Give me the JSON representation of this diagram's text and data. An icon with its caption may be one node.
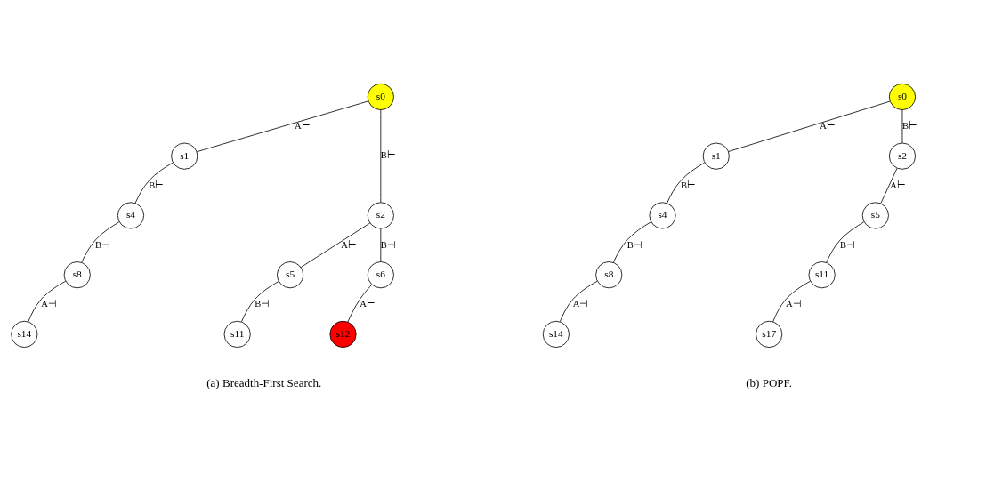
{
  "diagram": {
    "nodes": [
      {
        "text": [
          "s0"
        ]
      },
      {
        "text": [
          "s1"
        ]
      },
      {
        "text": [
          "s2"
        ]
      },
      {
        "text": [
          "s4"
        ]
      },
      {
        "text": [
          "s5"
        ]
      },
      {
        "text": [
          "s6"
        ]
      },
      {
        "text": [
          "s8"
        ]
      },
      {
        "text": [
          "s11"
        ]
      },
      {
        "text": [
          "s12"
        ]
      },
      {
        "text": [
          "s14"
        ]
      },
      {
        "text": [
          "s0"
        ]
      },
      {
        "text": [
          "s1"
        ]
      },
      {
        "text": [
          "s2"
        ]
      },
      {
        "text": [
          "s4"
        ]
      },
      {
        "text": [
          "s5"
        ]
      },
      {
        "text": [
          "s8"
        ]
      },
      {
        "text": [
          "s11"
        ]
      },
      {
        "text": [
          "s14"
        ]
      },
      {
        "text": [
          "s17"
        ]
      }
    ],
    "edges": [
      {
        "from": 0,
        "to": 1,
        "arrow": "none",
        "label": "A⊢"
      },
      {
        "from": 0,
        "to": 2,
        "arrow": "none",
        "label": "B⊢"
      },
      {
        "from": 1,
        "to": 3,
        "arrow": "none",
        "label": "B⊢"
      },
      {
        "from": 2,
        "to": 4,
        "arrow": "none",
        "label": "A⊢"
      },
      {
        "from": 2,
        "to": 5,
        "arrow": "none",
        "label": "B⊣"
      },
      {
        "from": 3,
        "to": 6,
        "arrow": "none",
        "label": "B⊣"
      },
      {
        "from": 4,
        "to": 7,
        "arrow": "none",
        "label": "B⊣"
      },
      {
        "from": 5,
        "to": 8,
        "arrow": "none",
        "label": "A⊢"
      },
      {
        "from": 6,
        "to": 9,
        "arrow": "none",
        "label": "A⊣"
      },
      {
        "from": 10,
        "to": 11,
        "arrow": "none",
        "label": "A⊢"
      },
      {
        "from": 10,
        "to": 12,
        "arrow": "none",
        "label": "B⊢"
      },
      {
        "from": 11,
        "to": 13,
        "arrow": "none",
        "label": "B⊢"
      },
      {
        "from": 12,
        "to": 14,
        "arrow": "none",
        "label": "A⊢"
      },
      {
        "from": 13,
        "to": 15,
        "arrow": "none",
        "label": "B⊣"
      },
      {
        "from": 14,
        "to": 16,
        "arrow": "none",
        "label": "B⊣"
      },
      {
        "from": 15,
        "to": 17,
        "arrow": "none",
        "label": "A⊣"
      },
      {
        "from": 16,
        "to": 18,
        "arrow": "none",
        "label": "A⊣"
      }
    ],
    "labels": [
      "(a) Breadth-First Search.",
      "(b) POPF."
    ]
  }
}
